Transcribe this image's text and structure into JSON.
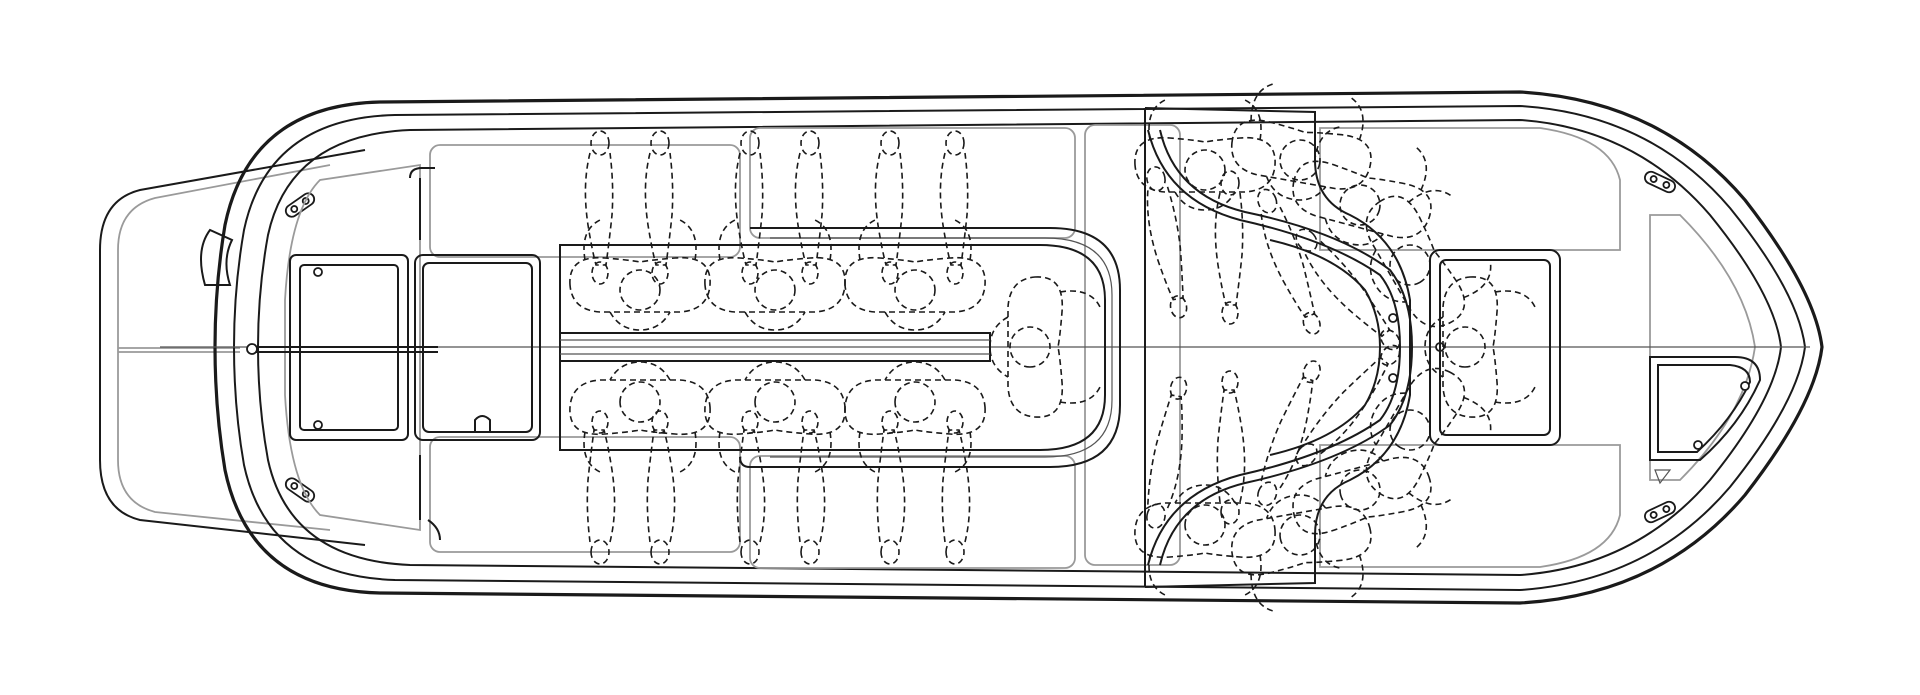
{
  "diagram": {
    "kind": "boat deck plan, top view",
    "line_color": "#1a1a1a",
    "background": "#ffffff",
    "seated_passengers": {
      "bench_port_side": 6,
      "bench_starboard_side": 6,
      "bench_aft_end": 1,
      "u_seat": 9
    },
    "standing_passengers": 12
  }
}
